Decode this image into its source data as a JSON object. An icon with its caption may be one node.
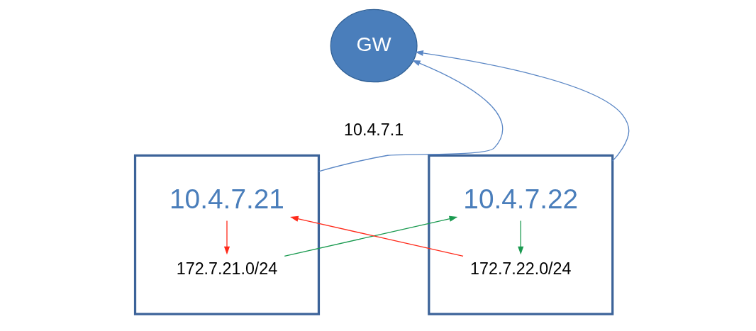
{
  "diagram": {
    "nodes": [
      {
        "text": [
          "GW"
        ],
        "beside": [
          "10.4.7.1"
        ]
      },
      {
        "text": [],
        "shape": "box"
      },
      {
        "text": [
          "10.4.7.21"
        ],
        "in": 1
      },
      {
        "text": [
          "172.7.21.0/24"
        ],
        "in": 1
      },
      {
        "text": [],
        "shape": "box"
      },
      {
        "text": [
          "10.4.7.22"
        ],
        "in": 4
      },
      {
        "text": [
          "172.7.22.0/24"
        ],
        "in": 4
      }
    ],
    "edges": [
      {
        "from": 1,
        "to": 0,
        "arrow": "to"
      },
      {
        "from": 4,
        "to": 0,
        "arrow": "to"
      },
      {
        "from": 2,
        "to": 3,
        "arrow": "to",
        "color": "#ff2a1a"
      },
      {
        "from": 3,
        "to": 5,
        "arrow": "to",
        "color": "#1a9a50"
      },
      {
        "from": 6,
        "to": 2,
        "arrow": "to",
        "color": "#ff2a1a"
      },
      {
        "from": 5,
        "to": 6,
        "arrow": "to",
        "color": "#1a9a50"
      }
    ]
  }
}
